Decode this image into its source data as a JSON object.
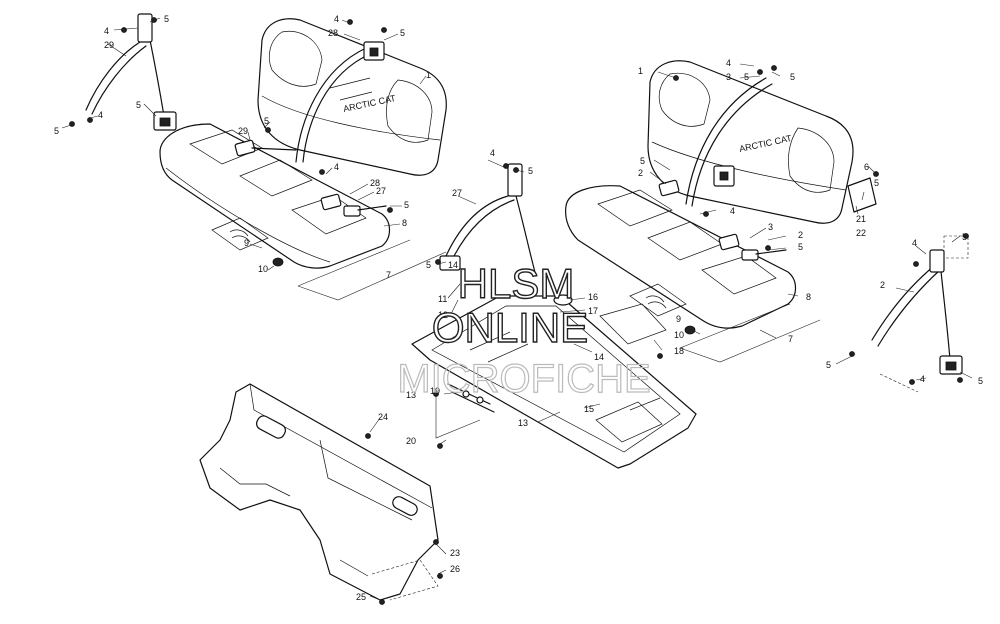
{
  "watermark": {
    "line1": "HLSM",
    "line2": "ONLINE",
    "line3": "MICROFICHE"
  },
  "callouts": {
    "c1": "5",
    "c2": "4",
    "c3": "29",
    "c4": "5",
    "c5": "5",
    "c6": "4",
    "c7": "4",
    "c8": "28",
    "c9": "5",
    "c10": "1",
    "c11": "29",
    "c12": "5",
    "c13": "4",
    "c14": "28",
    "c15": "27",
    "c16": "5",
    "c17": "8",
    "c18": "9",
    "c19": "10",
    "c20": "7",
    "c21": "4",
    "c22": "5",
    "c23": "27",
    "c24": "14",
    "c25": "5",
    "c26": "11",
    "c27": "12",
    "c28": "16",
    "c29": "17",
    "c30": "14",
    "c31": "18",
    "c32": "13",
    "c33": "19",
    "c34": "13",
    "c35": "15",
    "c36": "20",
    "c37": "1",
    "c38": "4",
    "c39": "3",
    "c40": "5",
    "c41": "5",
    "c42": "2",
    "c43": "5",
    "c44": "4",
    "c45": "6",
    "c46": "5",
    "c47": "21",
    "c48": "22",
    "c49": "3",
    "c50": "2",
    "c51": "5",
    "c52": "8",
    "c53": "9",
    "c54": "10",
    "c55": "7",
    "c56": "4",
    "c57": "5",
    "c58": "2",
    "c59": "5",
    "c60": "4",
    "c61": "5",
    "c62": "24",
    "c63": "23",
    "c64": "26",
    "c65": "25"
  }
}
